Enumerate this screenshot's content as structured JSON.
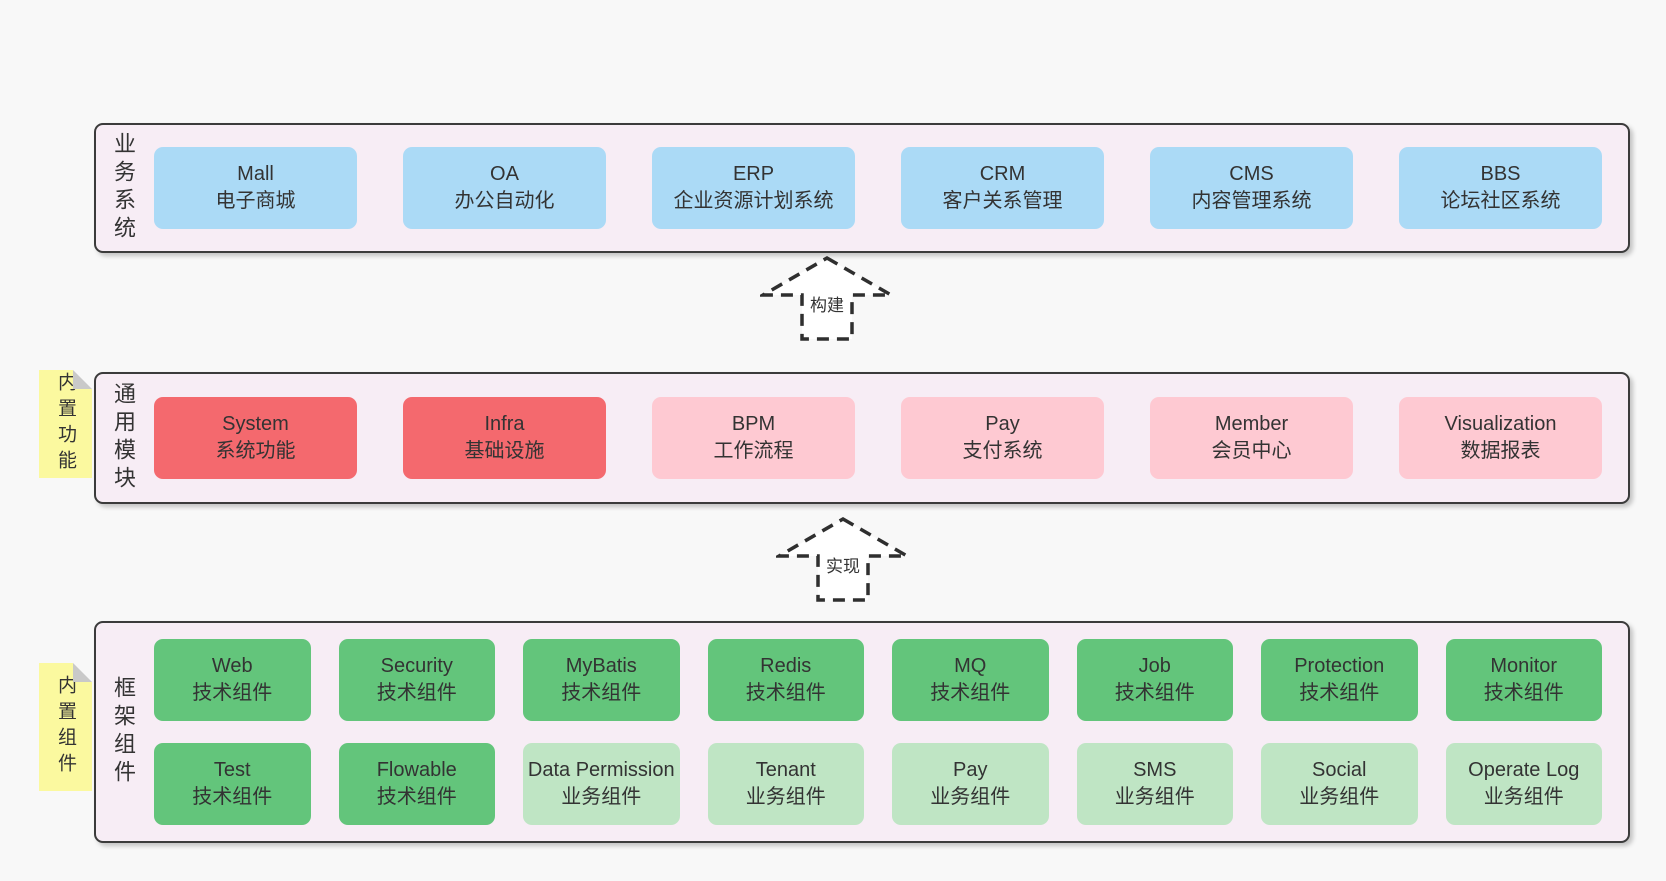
{
  "colors": {
    "page_bg": "#f8f8f8",
    "band_bg": "#f7edf5",
    "band_border": "#3b3b3b",
    "box_blue": "#abdaf6",
    "box_red": "#f4696e",
    "box_pink": "#fec9d2",
    "box_green_dark": "#63c57b",
    "box_green_light": "#bfe5c4",
    "note_yellow": "#fbf99f",
    "text": "#333333"
  },
  "arrows": [
    {
      "label": "构建"
    },
    {
      "label": "实现"
    }
  ],
  "bands": [
    {
      "label": "业务系统",
      "boxes": [
        {
          "en": "Mall",
          "zh": "电子商城"
        },
        {
          "en": "OA",
          "zh": "办公自动化"
        },
        {
          "en": "ERP",
          "zh": "企业资源计划系统"
        },
        {
          "en": "CRM",
          "zh": "客户关系管理"
        },
        {
          "en": "CMS",
          "zh": "内容管理系统"
        },
        {
          "en": "BBS",
          "zh": "论坛社区系统"
        }
      ]
    },
    {
      "label": "通用模块",
      "note": "内置功能",
      "boxes": [
        {
          "en": "System",
          "zh": "系统功能"
        },
        {
          "en": "Infra",
          "zh": "基础设施"
        },
        {
          "en": "BPM",
          "zh": "工作流程"
        },
        {
          "en": "Pay",
          "zh": "支付系统"
        },
        {
          "en": "Member",
          "zh": "会员中心"
        },
        {
          "en": "Visualization",
          "zh": "数据报表"
        }
      ]
    },
    {
      "label": "框架组件",
      "note": "内置组件",
      "rows": [
        [
          {
            "en": "Web",
            "zh": "技术组件"
          },
          {
            "en": "Security",
            "zh": "技术组件"
          },
          {
            "en": "MyBatis",
            "zh": "技术组件"
          },
          {
            "en": "Redis",
            "zh": "技术组件"
          },
          {
            "en": "MQ",
            "zh": "技术组件"
          },
          {
            "en": "Job",
            "zh": "技术组件"
          },
          {
            "en": "Protection",
            "zh": "技术组件"
          },
          {
            "en": "Monitor",
            "zh": "技术组件"
          }
        ],
        [
          {
            "en": "Test",
            "zh": "技术组件"
          },
          {
            "en": "Flowable",
            "zh": "技术组件"
          },
          {
            "en": "Data Permission",
            "zh": "业务组件"
          },
          {
            "en": "Tenant",
            "zh": "业务组件"
          },
          {
            "en": "Pay",
            "zh": "业务组件"
          },
          {
            "en": "SMS",
            "zh": "业务组件"
          },
          {
            "en": "Social",
            "zh": "业务组件"
          },
          {
            "en": "Operate Log",
            "zh": "业务组件"
          }
        ]
      ]
    }
  ]
}
